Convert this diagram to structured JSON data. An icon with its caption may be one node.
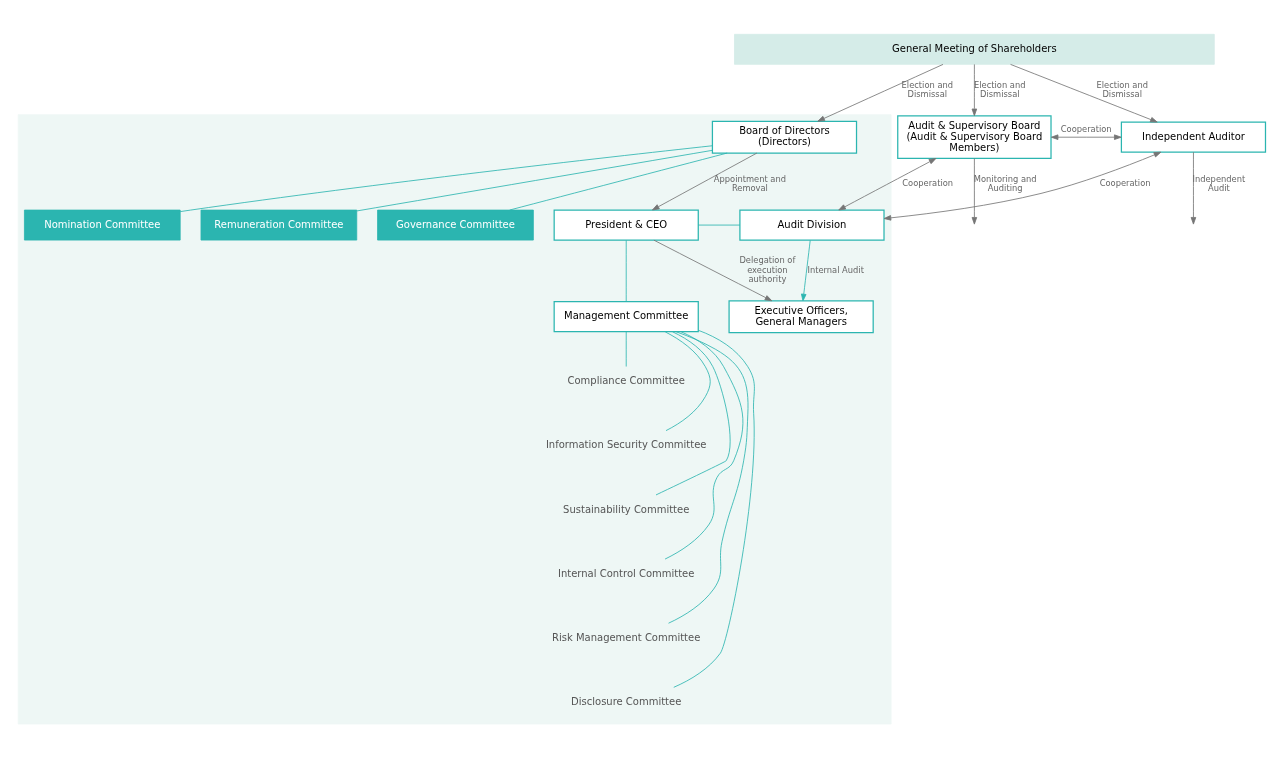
{
  "diagram": {
    "nodes": [
      {
        "text": [
          "General Meeting of Shareholders"
        ]
      },
      {
        "text": [],
        "shape": "box"
      },
      {
        "text": [
          "Board of Directors (Directors)"
        ],
        "in": 1
      },
      {
        "text": [
          "Nomination Committee"
        ],
        "in": 1
      },
      {
        "text": [
          "Remuneration Committee"
        ],
        "in": 1
      },
      {
        "text": [
          "Governance Committee"
        ],
        "in": 1
      },
      {
        "text": [
          "Audit & Supervisory Board (Audit & Supervisory Board Members)"
        ]
      },
      {
        "text": [
          "Independent Auditor"
        ]
      },
      {
        "text": [
          "President & CEO"
        ],
        "in": 1
      },
      {
        "text": [
          "Management Committee"
        ],
        "in": 1
      },
      {
        "text": [
          "Audit Division"
        ],
        "in": 1
      },
      {
        "text": [
          "Executive Officers, General Managers"
        ],
        "in": 1
      },
      {
        "text": [
          "Compliance Committee"
        ],
        "in": 1
      },
      {
        "text": [
          "Information Security Committee"
        ],
        "in": 1
      },
      {
        "text": [
          "Sustainability Committee"
        ],
        "in": 1
      },
      {
        "text": [
          "Internal Control Committee"
        ],
        "in": 1
      },
      {
        "text": [
          "Risk Management Committee"
        ],
        "in": 1
      },
      {
        "text": [
          "Disclosure Committee"
        ],
        "in": 1
      }
    ],
    "edges": [
      {
        "from": 0,
        "to": 2,
        "arrow": "to",
        "label": "Election and Dismissal"
      },
      {
        "from": 0,
        "to": 6,
        "arrow": "to",
        "label": "Election and Dismissal"
      },
      {
        "from": 0,
        "to": 7,
        "arrow": "to",
        "label": "Election and Dismissal"
      },
      {
        "from": 6,
        "to": 7,
        "arrow": "both",
        "label": "Cooperation"
      },
      {
        "from": 2,
        "to": 3,
        "arrow": "none",
        "color": "#2bb5b0"
      },
      {
        "from": 2,
        "to": 4,
        "arrow": "none",
        "color": "#2bb5b0"
      },
      {
        "from": 2,
        "to": 5,
        "arrow": "none",
        "color": "#2bb5b0"
      },
      {
        "from": 2,
        "to": 8,
        "arrow": "to",
        "label": "Appointment and Removal"
      },
      {
        "from": 6,
        "to": null,
        "arrow": "to",
        "label": "Monitoring and Auditing"
      },
      {
        "from": 6,
        "to": 10,
        "arrow": "both",
        "label": "Cooperation"
      },
      {
        "from": 7,
        "to": 10,
        "arrow": "both",
        "label": "Cooperation"
      },
      {
        "from": 7,
        "to": null,
        "arrow": "to",
        "label": "Independent Audit"
      },
      {
        "from": 8,
        "to": 9,
        "arrow": "none",
        "color": "#2bb5b0"
      },
      {
        "from": 8,
        "to": 10,
        "arrow": "none",
        "color": "#2bb5b0"
      },
      {
        "from": 8,
        "to": 11,
        "arrow": "to",
        "label": "Delegation of execution authority"
      },
      {
        "from": 10,
        "to": 11,
        "arrow": "to",
        "label": "Internal Audit",
        "color": "#2bb5b0"
      },
      {
        "from": 9,
        "to": 12,
        "arrow": "none",
        "color": "#2bb5b0"
      },
      {
        "from": 9,
        "to": 13,
        "arrow": "none",
        "color": "#2bb5b0"
      },
      {
        "from": 9,
        "to": 14,
        "arrow": "none",
        "color": "#2bb5b0"
      },
      {
        "from": 9,
        "to": 15,
        "arrow": "none",
        "color": "#2bb5b0"
      },
      {
        "from": 9,
        "to": 16,
        "arrow": "none",
        "color": "#2bb5b0"
      },
      {
        "from": 9,
        "to": 17,
        "arrow": "none",
        "color": "#2bb5b0"
      }
    ]
  }
}
